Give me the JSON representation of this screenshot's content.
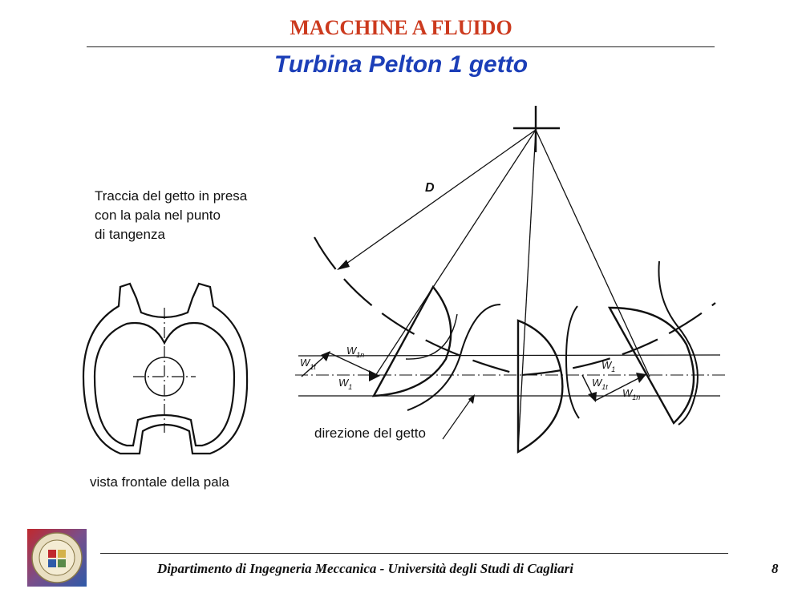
{
  "header": {
    "course_title": "MACCHINE A FLUIDO",
    "slide_title": "Turbina Pelton 1 getto"
  },
  "diagram": {
    "left_caption_lines": [
      "Traccia del getto in presa",
      "con la pala nel punto",
      "di tangenza"
    ],
    "left_bottom_caption": "vista frontale della pala",
    "diameter_label": "D",
    "left_triangle": {
      "w1n": "W",
      "w1n_sub": "1n",
      "w1t": "W",
      "w1t_sub": "1t",
      "w1": "W",
      "w1_sub": "1"
    },
    "right_triangle": {
      "w1": "W",
      "w1_sub": "1",
      "w1t": "W",
      "w1t_sub": "1t",
      "w1n": "W",
      "w1n_sub": "1n"
    },
    "jet_direction_label": "direzione del getto"
  },
  "footer": {
    "department": "Dipartimento di Ingegneria Meccanica - Università degli Studi di Cagliari",
    "page_number": "8"
  },
  "colors": {
    "header_accent": "#cc3a1e",
    "title_blue": "#1c3fb8",
    "logo_red": "#c0282d",
    "logo_blue": "#2e5aa8"
  }
}
